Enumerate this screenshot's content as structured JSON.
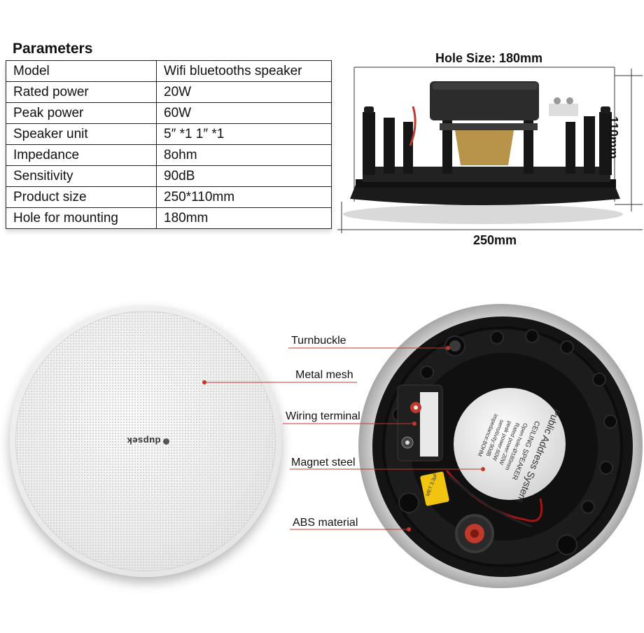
{
  "parameters": {
    "title": "Parameters",
    "rows": [
      {
        "key": "Model",
        "value": "Wifi bluetooths speaker"
      },
      {
        "key": "Rated power",
        "value": "20W"
      },
      {
        "key": "Peak power",
        "value": "60W"
      },
      {
        "key": "Speaker unit",
        "value": "5″  *1    1″  *1"
      },
      {
        "key": "Impedance",
        "value": "8ohm"
      },
      {
        "key": "Sensitivity",
        "value": "90dB"
      },
      {
        "key": "Product size",
        "value": "250*110mm"
      },
      {
        "key": "Hole for mounting",
        "value": "180mm"
      }
    ]
  },
  "dimensions": {
    "hole_size": "Hole Size: 180mm",
    "height": "110mm",
    "width": "250mm"
  },
  "front": {
    "logo": "dupsek"
  },
  "back": {
    "label_line1": "Public Address System",
    "label_line2": "CEILING SPEAKER",
    "label_spec1": "Open hole:Ø180mm",
    "label_spec2": "Rated power:20W",
    "label_spec3": "peak power:60W",
    "label_spec4": "sensitivity:90dB",
    "label_spec5": "impedance:8OHM",
    "capacitor": "MET 3.3µF"
  },
  "callouts": {
    "turnbuckle": "Turnbuckle",
    "metal_mesh": "Metal mesh",
    "wiring_terminal": "Wiring terminal",
    "magnet_steel": "Magnet steel",
    "abs_material": "ABS material"
  },
  "colors": {
    "callout_line": "#c0392b",
    "speaker_body": "#1a1a1a",
    "grille": "#ececec"
  }
}
